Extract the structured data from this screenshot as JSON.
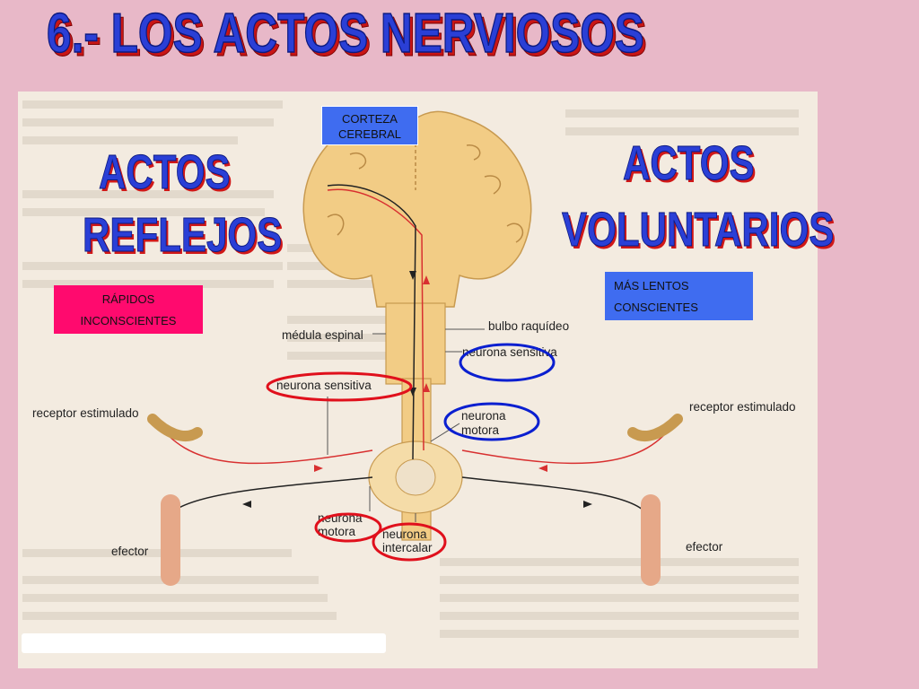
{
  "title": "6.- LOS ACTOS NERVIOSOS",
  "headings": {
    "reflejos_line1": "ACTOS",
    "reflejos_line2": "REFLEJOS",
    "voluntarios_line1": "ACTOS",
    "voluntarios_line2": "VOLUNTARIOS"
  },
  "boxes": {
    "corteza_line1": "CORTEZA",
    "corteza_line2": "CEREBRAL",
    "rapidos": "RÁPIDOS",
    "inconscientes": "INCONSCIENTES",
    "mas_lentos": "MÁS LENTOS",
    "conscientes": "CONSCIENTES"
  },
  "labels": {
    "medula": "médula espinal",
    "bulbo": "bulbo raquídeo",
    "neurona_sensitiva_right": "neurona sensitiva",
    "neurona_sensitiva_left": "neurona sensitiva",
    "neurona_motora_right_1": "neurona",
    "neurona_motora_right_2": "motora",
    "receptor_left": "receptor estimulado",
    "receptor_right": "receptor estimulado",
    "neurona_motora_bottom_1": "neurona",
    "neurona_motora_bottom_2": "motora",
    "neurona_intercalar_1": "neurona",
    "neurona_intercalar_2": "intercalar",
    "efector_left": "efector",
    "efector_right": "efector"
  },
  "colors": {
    "background": "#e8b8c8",
    "title_fill": "#2a3fd6",
    "heading_fill": "#2a3fd6",
    "heading_shadow": "#d01818",
    "box_blue": "#3f6cf0",
    "box_pink": "#ff0a6e",
    "circle_red": "#e0101c",
    "circle_blue": "#0a1fd0",
    "brain": "#f2cc85"
  }
}
